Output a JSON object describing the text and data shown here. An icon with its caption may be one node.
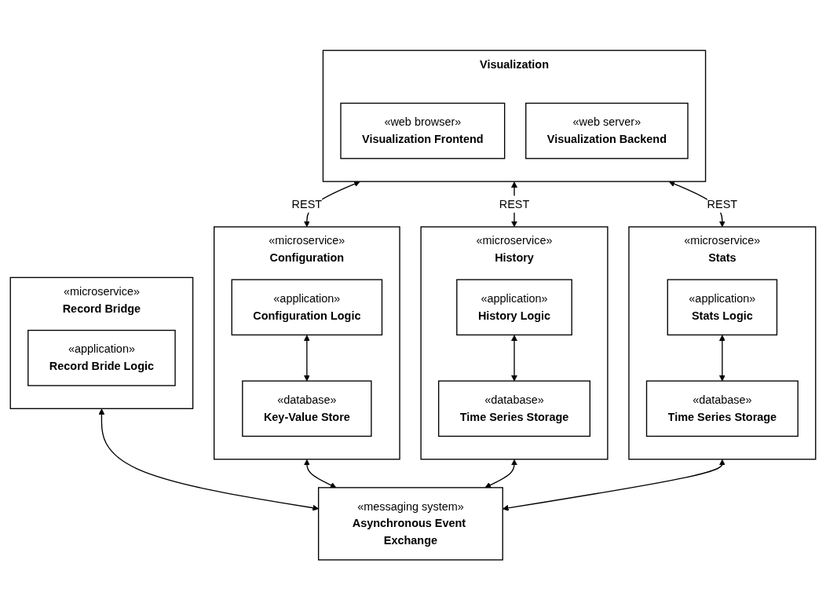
{
  "diagram": {
    "nodes": [
      {
        "text": [
          "Visualization"
        ]
      },
      {
        "text": [
          "«web browser»",
          "Visualization Frontend"
        ],
        "in": 0
      },
      {
        "text": [
          "«web server»",
          "Visualization Backend"
        ],
        "in": 0
      },
      {
        "text": [
          "«microservice»",
          "Record Bridge"
        ]
      },
      {
        "text": [
          "«application»",
          "Record Bride Logic"
        ],
        "in": 3
      },
      {
        "text": [
          "«microservice»",
          "Configuration"
        ]
      },
      {
        "text": [
          "«application»",
          "Configuration Logic"
        ],
        "in": 5
      },
      {
        "text": [
          "«database»",
          "Key-Value Store"
        ],
        "in": 5
      },
      {
        "text": [
          "«microservice»",
          "History"
        ]
      },
      {
        "text": [
          "«application»",
          "History Logic"
        ],
        "in": 8
      },
      {
        "text": [
          "«database»",
          "Time Series Storage"
        ],
        "in": 8
      },
      {
        "text": [
          "«microservice»",
          "Stats"
        ]
      },
      {
        "text": [
          "«application»",
          "Stats Logic"
        ],
        "in": 11
      },
      {
        "text": [
          "«database»",
          "Time Series Storage"
        ],
        "in": 11
      },
      {
        "text": [
          "«messaging system»",
          "Asynchronous Event Exchange"
        ]
      }
    ],
    "edges": [
      {
        "from": 0,
        "to": 5,
        "arrow": "both",
        "label": "REST"
      },
      {
        "from": 0,
        "to": 8,
        "arrow": "both",
        "label": "REST"
      },
      {
        "from": 0,
        "to": 11,
        "arrow": "both",
        "label": "REST"
      },
      {
        "from": 6,
        "to": 7,
        "arrow": "both"
      },
      {
        "from": 9,
        "to": 10,
        "arrow": "both"
      },
      {
        "from": 12,
        "to": 13,
        "arrow": "both"
      },
      {
        "from": 3,
        "to": 14,
        "arrow": "both"
      },
      {
        "from": 5,
        "to": 14,
        "arrow": "both"
      },
      {
        "from": 8,
        "to": 14,
        "arrow": "both"
      },
      {
        "from": 11,
        "to": 14,
        "arrow": "both"
      }
    ]
  }
}
